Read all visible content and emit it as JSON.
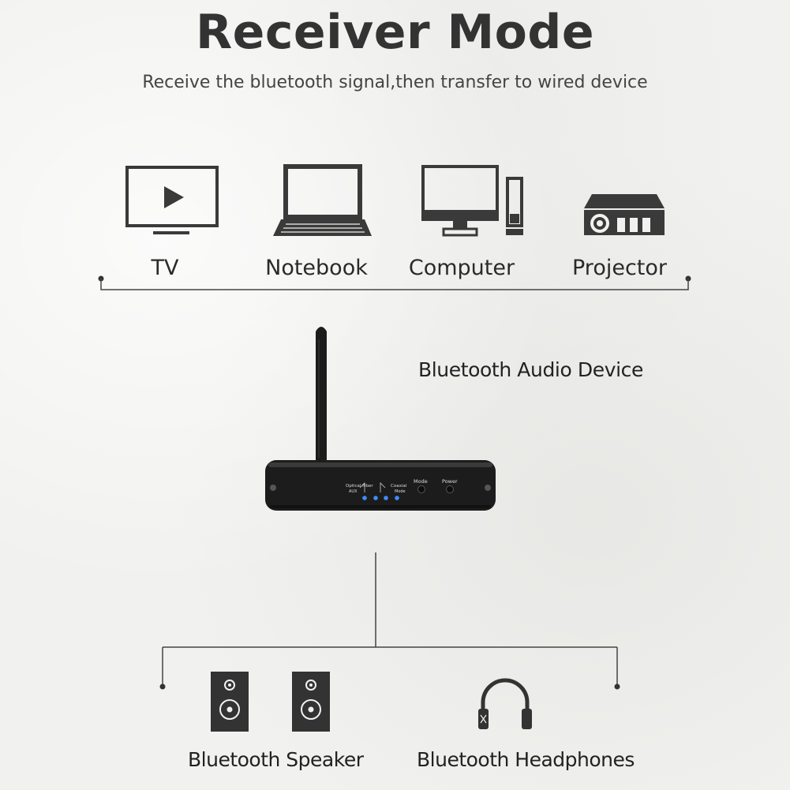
{
  "header": {
    "title": "Receiver Mode",
    "subtitle": "Receive the bluetooth signal,then transfer to wired device"
  },
  "sources": [
    {
      "label": "TV",
      "icon": "tv-icon"
    },
    {
      "label": "Notebook",
      "icon": "notebook-icon"
    },
    {
      "label": "Computer",
      "icon": "computer-icon"
    },
    {
      "label": "Projector",
      "icon": "projector-icon"
    }
  ],
  "device": {
    "label": "Bluetooth Audio Device",
    "panel": {
      "optical_fiber": "Optical Fiber",
      "aux": "AUX",
      "coaxial": "Coaxial",
      "mode_small": "Mode",
      "mode": "Mode",
      "power": "Power"
    }
  },
  "outputs": [
    {
      "label": "Bluetooth Speaker",
      "icon": "speaker-icon"
    },
    {
      "label": "Bluetooth Headphones",
      "icon": "headphones-icon"
    }
  ],
  "colors": {
    "background": "#f1f1ef",
    "icon": "#3a3a3a",
    "device_body": "#1c1c1c",
    "led": "#3f8dff"
  }
}
